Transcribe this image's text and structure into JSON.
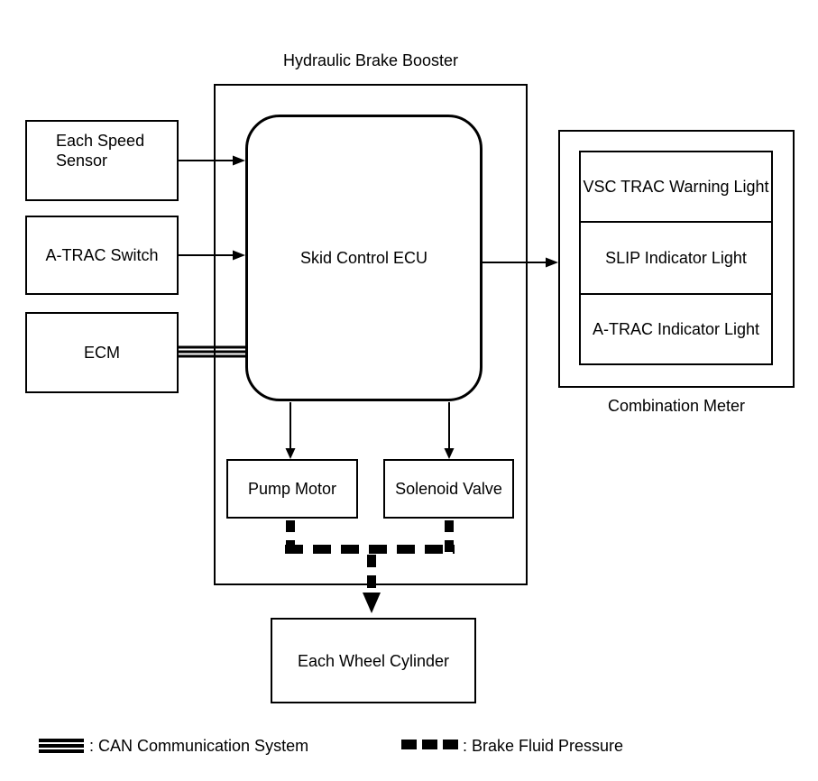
{
  "diagram": {
    "title": "Hydraulic Brake Booster",
    "nodes": {
      "each_speed_sensor": "Each Speed Sensor",
      "a_trac_switch": "A-TRAC Switch",
      "ecm": "ECM",
      "skid_control_ecu": "Skid Control ECU",
      "pump_motor": "Pump Motor",
      "solenoid_valve": "Solenoid Valve",
      "each_wheel_cylinder": "Each Wheel Cylinder"
    },
    "combination_meter": {
      "label": "Combination Meter",
      "indicators": [
        "VSC TRAC Warning Light",
        "SLIP Indicator Light",
        "A-TRAC Indicator Light"
      ]
    },
    "connections": [
      {
        "from": "Each Speed Sensor",
        "to": "Skid Control ECU",
        "type": "arrow"
      },
      {
        "from": "A-TRAC Switch",
        "to": "Skid Control ECU",
        "type": "arrow"
      },
      {
        "from": "ECM",
        "to": "Skid Control ECU",
        "type": "can-communication"
      },
      {
        "from": "Skid Control ECU",
        "to": "Combination Meter",
        "type": "arrow"
      },
      {
        "from": "Skid Control ECU",
        "to": "Pump Motor",
        "type": "arrow"
      },
      {
        "from": "Skid Control ECU",
        "to": "Solenoid Valve",
        "type": "arrow"
      },
      {
        "from": "Pump Motor / Solenoid Valve",
        "to": "Each Wheel Cylinder",
        "type": "brake-fluid-pressure"
      }
    ],
    "legend": [
      {
        "symbol": "can-triple-line-icon",
        "label": ": CAN Communication System"
      },
      {
        "symbol": "brake-fluid-dashed-icon",
        "label": ": Brake Fluid Pressure"
      }
    ],
    "colors": {
      "line": "#000000",
      "background": "#ffffff"
    }
  }
}
